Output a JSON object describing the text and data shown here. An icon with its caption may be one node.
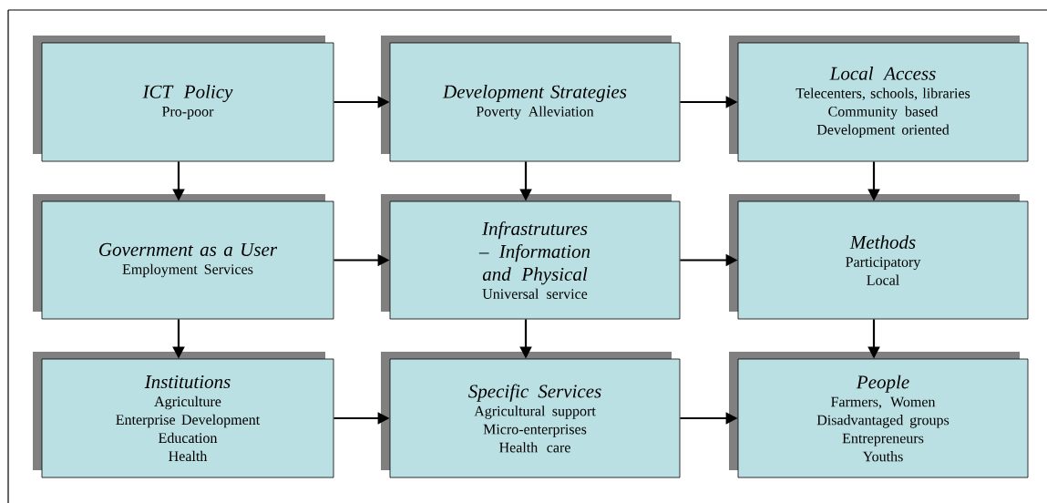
{
  "diagram": {
    "nodes": [
      {
        "text": [
          "ICT Policy",
          "Pro-poor"
        ]
      },
      {
        "text": [
          "Development Strategies",
          "Poverty Alleviation"
        ]
      },
      {
        "text": [
          "Local Access",
          "Telecenters, schools, libraries",
          "Community based",
          "Development oriented"
        ]
      },
      {
        "text": [
          "Government as a User",
          "Employment Services"
        ]
      },
      {
        "text": [
          "Infrastrutures – Information and Physical",
          "Universal service"
        ]
      },
      {
        "text": [
          "Methods",
          "Participatory",
          "Local"
        ]
      },
      {
        "text": [
          "Institutions",
          "Agriculture",
          "Enterprise Development",
          "Education",
          "Health"
        ]
      },
      {
        "text": [
          "Specific Services",
          "Agricultural support",
          "Micro-enterprises",
          "Health care"
        ]
      },
      {
        "text": [
          "People",
          "Farmers, Women",
          "Disadvantaged groups",
          "Entrepreneurs",
          "Youths"
        ]
      }
    ],
    "edges": [
      {
        "from": 0,
        "to": 1,
        "arrow": "to"
      },
      {
        "from": 1,
        "to": 2,
        "arrow": "to"
      },
      {
        "from": 0,
        "to": 3,
        "arrow": "to"
      },
      {
        "from": 1,
        "to": 4,
        "arrow": "to"
      },
      {
        "from": 2,
        "to": 5,
        "arrow": "to"
      },
      {
        "from": 3,
        "to": 4,
        "arrow": "to"
      },
      {
        "from": 4,
        "to": 5,
        "arrow": "to"
      },
      {
        "from": 3,
        "to": 6,
        "arrow": "to"
      },
      {
        "from": 4,
        "to": 7,
        "arrow": "to"
      },
      {
        "from": 5,
        "to": 8,
        "arrow": "to"
      },
      {
        "from": 6,
        "to": 7,
        "arrow": "to"
      },
      {
        "from": 7,
        "to": 8,
        "arrow": "to"
      }
    ]
  }
}
